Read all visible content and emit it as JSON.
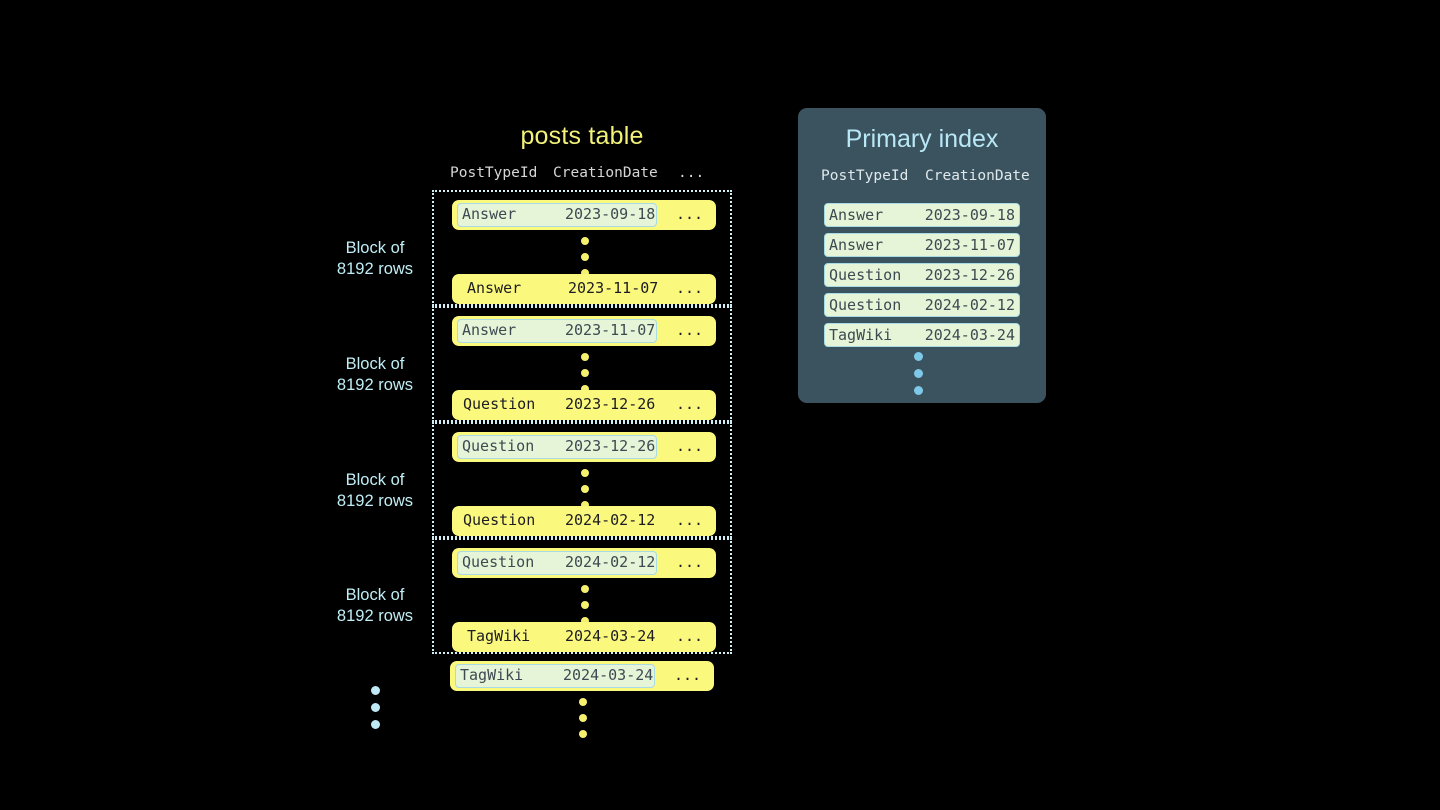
{
  "background_color": "#000000",
  "palette": {
    "row_yellow": "#fbf87e",
    "key_highlight_green": "#e6f4d8",
    "key_highlight_border": "#a9dbe4",
    "panel_slate": "#3b525f",
    "title_yellow": "#f2f27a",
    "title_cyan": "#b8e8f5",
    "label_cyan": "#bfeef5",
    "dot_yellow": "#f5f06e",
    "dot_cyan": "#7ec8e8",
    "block_border": "#cfeff5",
    "header_gray": "#d6d6d6",
    "mono_text_dark": "#1c1c22",
    "key_text_slate": "#3c4a52"
  },
  "posts_table": {
    "title": "posts table",
    "columns": [
      "PostTypeId",
      "CreationDate",
      "..."
    ],
    "row_ellipsis": "...",
    "blocks": [
      {
        "label_line1": "Block of",
        "label_line2": "8192 rows",
        "first_row": {
          "post_type_id": "Answer",
          "creation_date": "2023-09-18",
          "highlighted": true
        },
        "last_row": {
          "post_type_id": "Answer",
          "creation_date": "2023-11-07",
          "highlighted": false
        }
      },
      {
        "label_line1": "Block of",
        "label_line2": "8192 rows",
        "first_row": {
          "post_type_id": "Answer",
          "creation_date": "2023-11-07",
          "highlighted": true
        },
        "last_row": {
          "post_type_id": "Question",
          "creation_date": "2023-12-26",
          "highlighted": false
        }
      },
      {
        "label_line1": "Block of",
        "label_line2": "8192 rows",
        "first_row": {
          "post_type_id": "Question",
          "creation_date": "2023-12-26",
          "highlighted": true
        },
        "last_row": {
          "post_type_id": "Question",
          "creation_date": "2024-02-12",
          "highlighted": false
        }
      },
      {
        "label_line1": "Block of",
        "label_line2": "8192 rows",
        "first_row": {
          "post_type_id": "Question",
          "creation_date": "2024-02-12",
          "highlighted": true
        },
        "last_row": {
          "post_type_id": "TagWiki",
          "creation_date": "2024-03-24",
          "highlighted": false
        }
      }
    ],
    "trailing_row": {
      "post_type_id": "TagWiki",
      "creation_date": "2024-03-24",
      "highlighted": true
    }
  },
  "primary_index": {
    "title": "Primary index",
    "columns": [
      "PostTypeId",
      "CreationDate"
    ],
    "rows": [
      {
        "post_type_id": "Answer",
        "creation_date": "2023-09-18"
      },
      {
        "post_type_id": "Answer",
        "creation_date": "2023-11-07"
      },
      {
        "post_type_id": "Question",
        "creation_date": "2023-12-26"
      },
      {
        "post_type_id": "Question",
        "creation_date": "2024-02-12"
      },
      {
        "post_type_id": "TagWiki",
        "creation_date": "2024-03-24"
      }
    ]
  }
}
